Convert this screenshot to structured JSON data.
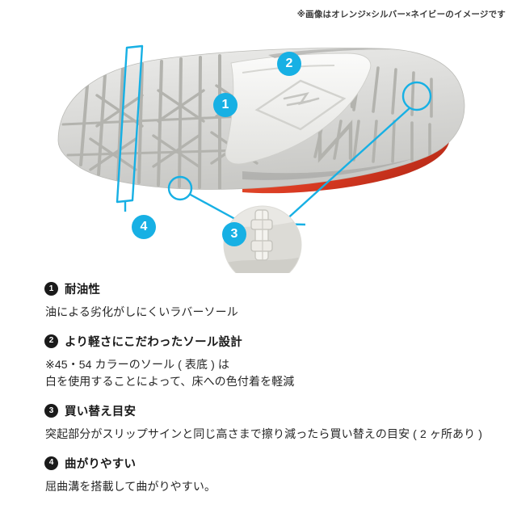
{
  "page": {
    "disclaimer": "※画像はオレンジ×シルバー×ネイビーのイメージです"
  },
  "colors": {
    "accent_blue": "#17b0e4",
    "bullet_black": "#1a1a1a",
    "shoe_orange": "#d93a22",
    "sole_grey": "#d9d9d7",
    "sole_light": "#f2f2f0",
    "tread_grey": "#b8b8b4"
  },
  "hero": {
    "alt": "shoe-outsole-photo",
    "callouts": [
      {
        "id": "1",
        "label": "1",
        "name": "hero-callout-1"
      },
      {
        "id": "2",
        "label": "2",
        "name": "hero-callout-2"
      },
      {
        "id": "3",
        "label": "3",
        "name": "hero-callout-3"
      },
      {
        "id": "4",
        "label": "4",
        "name": "hero-callout-4"
      }
    ],
    "detail_inset": "slip-sign-closeup"
  },
  "features": [
    {
      "num": "1",
      "title": "耐油性",
      "lines": [
        "油による劣化がしにくいラバーソール"
      ]
    },
    {
      "num": "2",
      "title": "より軽さにこだわったソール設計",
      "lines": [
        "※45・54 カラーのソール ( 表底 ) は",
        "白を使用することによって、床への色付着を軽減"
      ]
    },
    {
      "num": "3",
      "title": "買い替え目安",
      "lines": [
        "突起部分がスリップサインと同じ高さまで擦り減ったら買い替えの目安 ( 2 ヶ所あり )"
      ]
    },
    {
      "num": "4",
      "title": "曲がりやすい",
      "lines": [
        "屈曲溝を搭載して曲がりやすい。"
      ]
    }
  ]
}
